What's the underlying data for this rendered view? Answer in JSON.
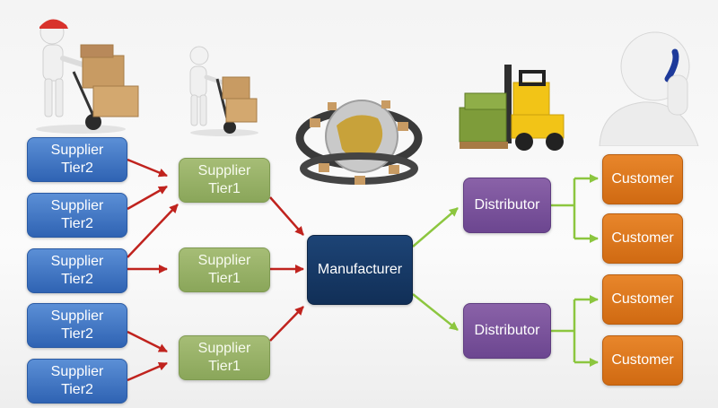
{
  "colors": {
    "supplier_tier2": "#3b73c4",
    "supplier_tier1": "#97b165",
    "manufacturer": "#163a68",
    "distributor": "#7a529b",
    "customer": "#e07a1f",
    "arrow_supply": "#c0231e",
    "arrow_distribution": "#8cc63f"
  },
  "icons": [
    "worker-hand-truck-boxes-icon",
    "worker-hand-truck-icon",
    "globe-conveyor-boxes-icon",
    "forklift-pallet-icon",
    "person-on-phone-icon"
  ],
  "supplier_tier2": [
    {
      "label": "Supplier\nTier2"
    },
    {
      "label": "Supplier\nTier2"
    },
    {
      "label": "Supplier\nTier2"
    },
    {
      "label": "Supplier\nTier2"
    },
    {
      "label": "Supplier\nTier2"
    }
  ],
  "supplier_tier1": [
    {
      "label": "Supplier\nTier1"
    },
    {
      "label": "Supplier\nTier1"
    },
    {
      "label": "Supplier\nTier1"
    }
  ],
  "manufacturer": {
    "label": "Manufacturer"
  },
  "distributors": [
    {
      "label": "Distributor"
    },
    {
      "label": "Distributor"
    }
  ],
  "customers": [
    {
      "label": "Customer"
    },
    {
      "label": "Customer"
    },
    {
      "label": "Customer"
    },
    {
      "label": "Customer"
    }
  ]
}
